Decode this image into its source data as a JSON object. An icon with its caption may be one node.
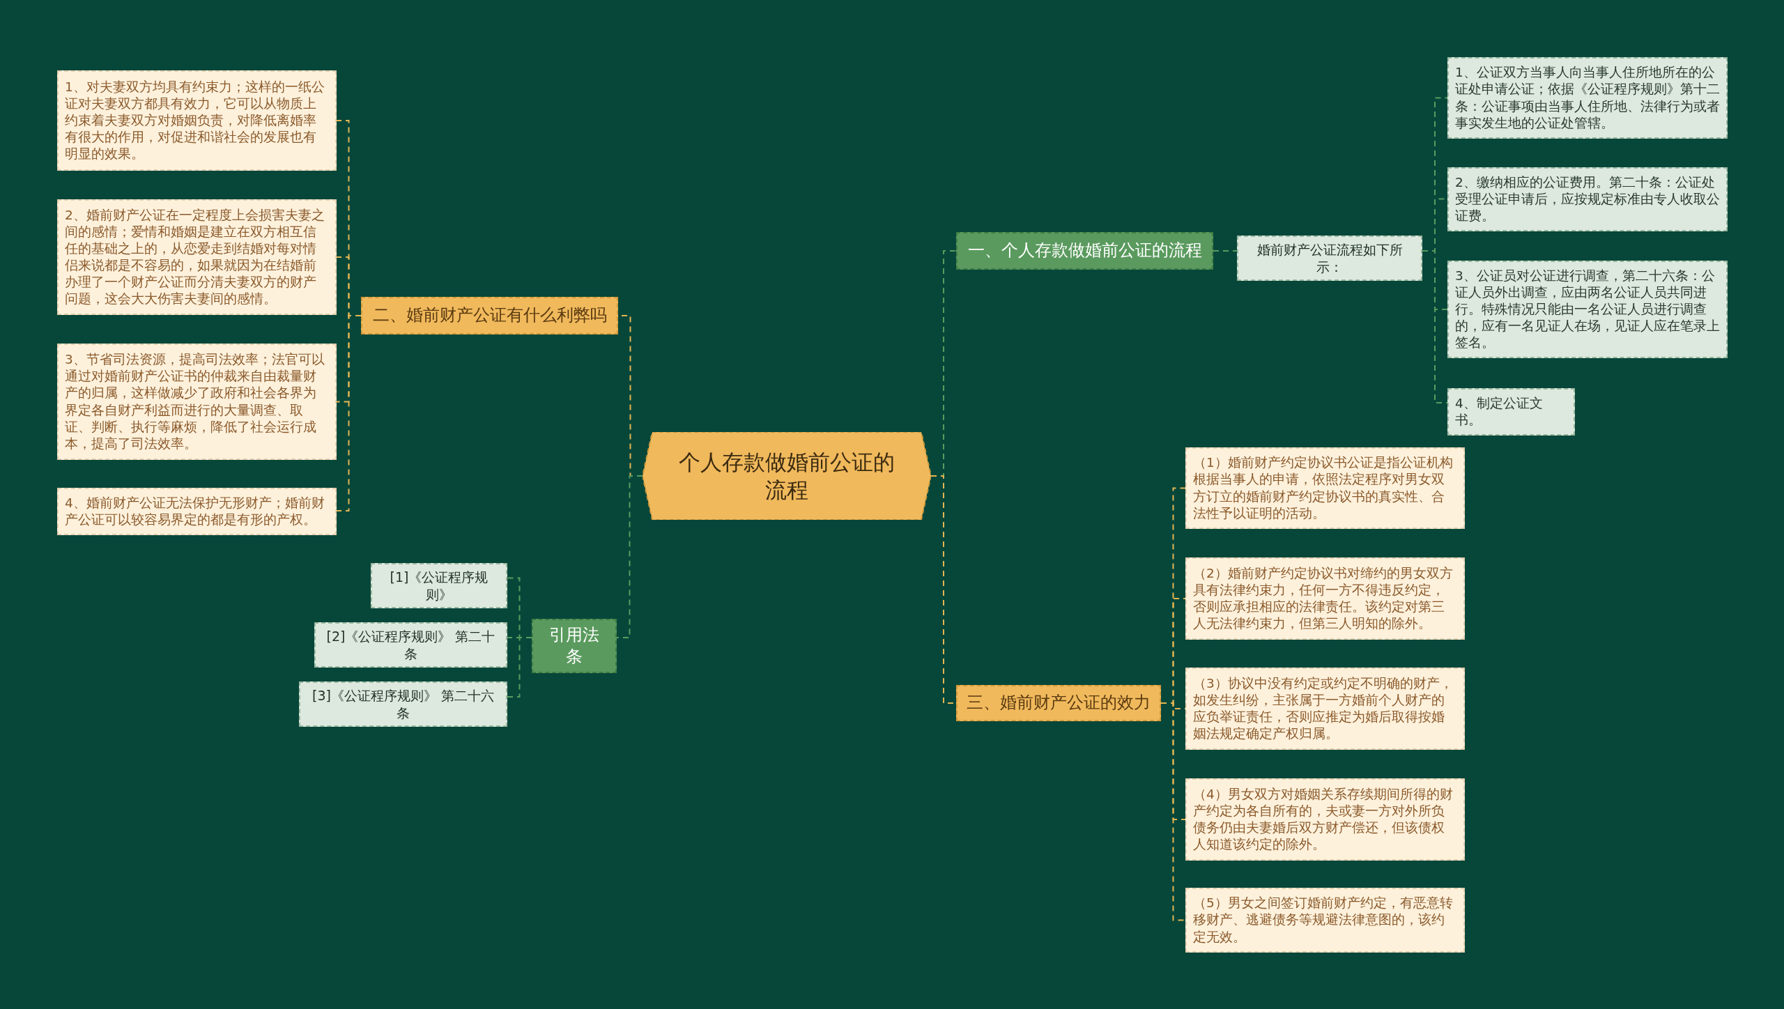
{
  "diagram": {
    "nodes": [
      {
        "text": [
          "个人存款做婚前公证的流程"
        ]
      },
      {
        "text": [
          "一、个人存款做婚前公证的流程"
        ]
      },
      {
        "text": [
          "婚前财产公证流程如下所示："
        ]
      },
      {
        "text": [
          "1、公证双方当事人向当事人住所地所在的公证处申请公证；依据《公证程序规则》第十二条：公证事项由当事人住所地、法律行为或者事实发生地的公证处管辖。"
        ]
      },
      {
        "text": [
          "2、缴纳相应的公证费用。第二十条：公证处受理公证申请后，应按规定标准由专人收取公证费。"
        ]
      },
      {
        "text": [
          "3、公证员对公证进行调查，第二十六条：公证人员外出调查，应由两名公证人员共同进行。特殊情况只能由一名公证人员进行调查的，应有一名见证人在场，见证人应在笔录上签名。"
        ]
      },
      {
        "text": [
          "4、制定公证文书。"
        ]
      },
      {
        "text": [
          "三、婚前财产公证的效力"
        ]
      },
      {
        "text": [
          "（1）婚前财产约定协议书公证是指公证机构根据当事人的申请，依照法定程序对男女双方订立的婚前财产约定协议书的真实性、合法性予以证明的活动。"
        ]
      },
      {
        "text": [
          "（2）婚前财产约定协议书对缔约的男女双方具有法律约束力，任何一方不得违反约定，否则应承担相应的法律责任。该约定对第三人无法律约束力，但第三人明知的除外。"
        ]
      },
      {
        "text": [
          "（3）协议中没有约定或约定不明确的财产，如发生纠纷，主张属于一方婚前个人财产的应负举证责任，否则应推定为婚后取得按婚姻法规定确定产权归属。"
        ]
      },
      {
        "text": [
          "（4）男女双方对婚姻关系存续期间所得的财产约定为各自所有的，夫或妻一方对外所负债务仍由夫妻婚后双方财产偿还，但该债权人知道该约定的除外。"
        ]
      },
      {
        "text": [
          "（5）男女之间签订婚前财产约定，有恶意转移财产、逃避债务等规避法律意图的，该约定无效。"
        ]
      },
      {
        "text": [
          "二、婚前财产公证有什么利弊吗"
        ]
      },
      {
        "text": [
          "1、对夫妻双方均具有约束力；这样的一纸公证对夫妻双方都具有效力，它可以从物质上约束着夫妻双方对婚姻负责，对降低离婚率有很大的作用，对促进和谐社会的发展也有明显的效果。"
        ]
      },
      {
        "text": [
          "2、婚前财产公证在一定程度上会损害夫妻之间的感情；爱情和婚姻是建立在双方相互信任的基础之上的，从恋爱走到结婚对每对情侣来说都是不容易的，如果就因为在结婚前办理了一个财产公证而分清夫妻双方的财产问题，这会大大伤害夫妻间的感情。"
        ]
      },
      {
        "text": [
          "3、节省司法资源，提高司法效率；法官可以通过对婚前财产公证书的仲裁来自由裁量财产的归属，这样做减少了政府和社会各界为界定各自财产利益而进行的大量调查、取证、判断、执行等麻烦，降低了社会运行成本，提高了司法效率。"
        ]
      },
      {
        "text": [
          "4、婚前财产公证无法保护无形财产；婚前财产公证可以较容易界定的都是有形的产权。"
        ]
      },
      {
        "text": [
          "引用法条"
        ]
      },
      {
        "text": [
          "[1]《公证程序规则》"
        ]
      },
      {
        "text": [
          "[2]《公证程序规则》 第二十条"
        ]
      },
      {
        "text": [
          "[3]《公证程序规则》 第二十六条"
        ]
      }
    ],
    "edges": [
      {
        "from": 0,
        "to": 1,
        "arrow": "none",
        "style": "dashed",
        "color": "#5a9a5e"
      },
      {
        "from": 1,
        "to": 2,
        "arrow": "none",
        "style": "dashed",
        "color": "#5a9a5e"
      },
      {
        "from": 2,
        "to": 3,
        "arrow": "none",
        "style": "dashed",
        "color": "#5a9a5e"
      },
      {
        "from": 2,
        "to": 4,
        "arrow": "none",
        "style": "dashed",
        "color": "#5a9a5e"
      },
      {
        "from": 2,
        "to": 5,
        "arrow": "none",
        "style": "dashed",
        "color": "#5a9a5e"
      },
      {
        "from": 2,
        "to": 6,
        "arrow": "none",
        "style": "dashed",
        "color": "#5a9a5e"
      },
      {
        "from": 0,
        "to": 7,
        "arrow": "none",
        "style": "dashed"
      },
      {
        "from": 7,
        "to": 8,
        "arrow": "none",
        "style": "dashed"
      },
      {
        "from": 7,
        "to": 9,
        "arrow": "none",
        "style": "dashed"
      },
      {
        "from": 7,
        "to": 10,
        "arrow": "none",
        "style": "dashed"
      },
      {
        "from": 7,
        "to": 11,
        "arrow": "none",
        "style": "dashed"
      },
      {
        "from": 7,
        "to": 12,
        "arrow": "none",
        "style": "dashed"
      },
      {
        "from": 0,
        "to": 13,
        "arrow": "none",
        "style": "dashed"
      },
      {
        "from": 13,
        "to": 14,
        "arrow": "none",
        "style": "dashed"
      },
      {
        "from": 13,
        "to": 15,
        "arrow": "none",
        "style": "dashed"
      },
      {
        "from": 13,
        "to": 16,
        "arrow": "none",
        "style": "dashed"
      },
      {
        "from": 13,
        "to": 17,
        "arrow": "none",
        "style": "dashed"
      },
      {
        "from": 0,
        "to": 18,
        "arrow": "none",
        "style": "dashed",
        "color": "#5a9a5e"
      },
      {
        "from": 18,
        "to": 19,
        "arrow": "none",
        "style": "dashed",
        "color": "#5a9a5e"
      },
      {
        "from": 18,
        "to": 20,
        "arrow": "none",
        "style": "dashed",
        "color": "#5a9a5e"
      },
      {
        "from": 18,
        "to": 21,
        "arrow": "none",
        "style": "dashed",
        "color": "#5a9a5e"
      }
    ]
  }
}
